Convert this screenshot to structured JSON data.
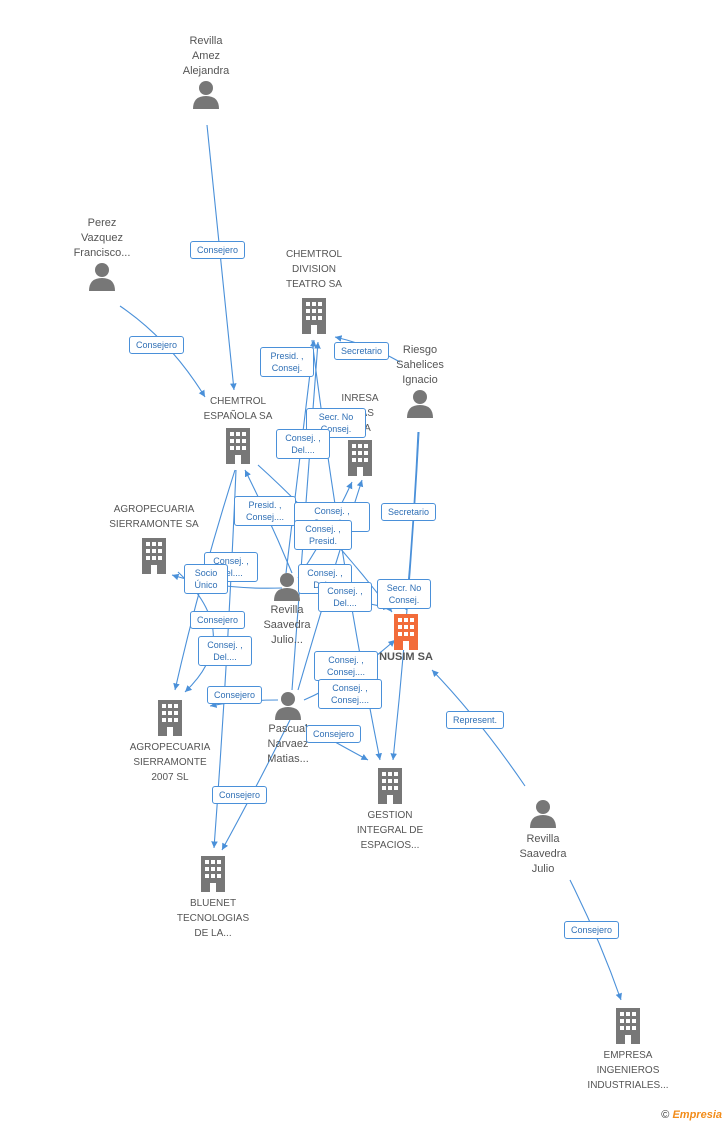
{
  "colors": {
    "edge": "#4a90d9",
    "node": "#777777",
    "highlight": "#f26c3a"
  },
  "people": {
    "revilla_amez": "Revilla Amez Alejandra",
    "perez_vazquez": "Perez Vazquez Francisco...",
    "riesgo": "Riesgo Sahelices Ignacio",
    "revilla_saavedra_1": "Revilla Saavedra Julio...",
    "pascual": "Pascual Narvaez Matias...",
    "revilla_saavedra_2": "Revilla Saavedra Julio"
  },
  "companies": {
    "chemtrol_division": "CHEMTROL DIVISION TEATRO SA",
    "chemtrol_espanola": "CHEMTROL ESPAÑOLA SA",
    "inresa": "INRESA ...ZAS ...SA",
    "agro_sa": "AGROPECUARIA SIERRAMONTE SA",
    "nusim": "NUSIM SA",
    "agro_sl": "AGROPECUARIA SIERRAMONTE 2007 SL",
    "gestion": "GESTION INTEGRAL DE ESPACIOS...",
    "bluenet": "BLUENET TECNOLOGIAS DE LA...",
    "empresa": "EMPRESA INGENIEROS INDUSTRIALES..."
  },
  "edge_labels": [
    "Consejero",
    "Consejero",
    "Presid. , Consej.",
    "Secretario",
    "Secr. No Consej.",
    "Consej. , Del....",
    "Presid. , Consej....",
    "Consej. , Consej....",
    "Consej. , Presid.",
    "Secretario",
    "Consej. , Del....",
    "Consej. , Del....",
    "Consej. , Del....",
    "Socio Único",
    "Consejero",
    "Consej. , Del....",
    "Consej. , Consej....",
    "Consej. , Consej....",
    "Consejero",
    "Consejero",
    "Consejero",
    "Represent.",
    "Secr. No Consej.",
    "Consejero"
  ],
  "footer": {
    "copyright": "©",
    "brand": "Empresia"
  }
}
